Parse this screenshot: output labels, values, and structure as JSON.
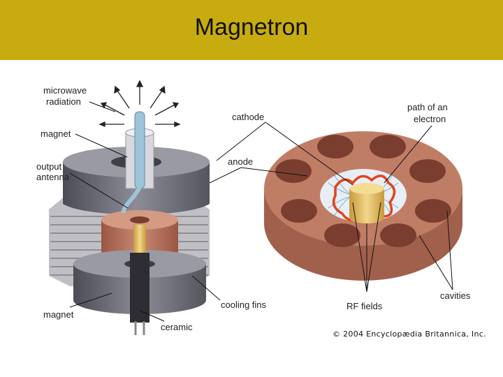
{
  "slide": {
    "title": "Magnetron"
  },
  "colors": {
    "title_bar": "#C8AC0F",
    "copper": "#B8705A",
    "magnet": "#6E6E78",
    "fins": "#C8C8CC"
  },
  "labels": {
    "microwave_radiation_1": "microwave",
    "microwave_radiation_2": "radiation",
    "magnet_top": "magnet",
    "output_antenna_1": "output",
    "output_antenna_2": "antenna",
    "magnet_bottom": "magnet",
    "ceramic": "ceramic",
    "cooling_fins": "cooling fins",
    "cathode": "cathode",
    "anode": "anode",
    "path_of_electron_1": "path of an",
    "path_of_electron_2": "electron",
    "rf_fields": "RF fields",
    "cavities": "cavities"
  },
  "copyright": "© 2004 Encyclopædia Britannica, Inc."
}
